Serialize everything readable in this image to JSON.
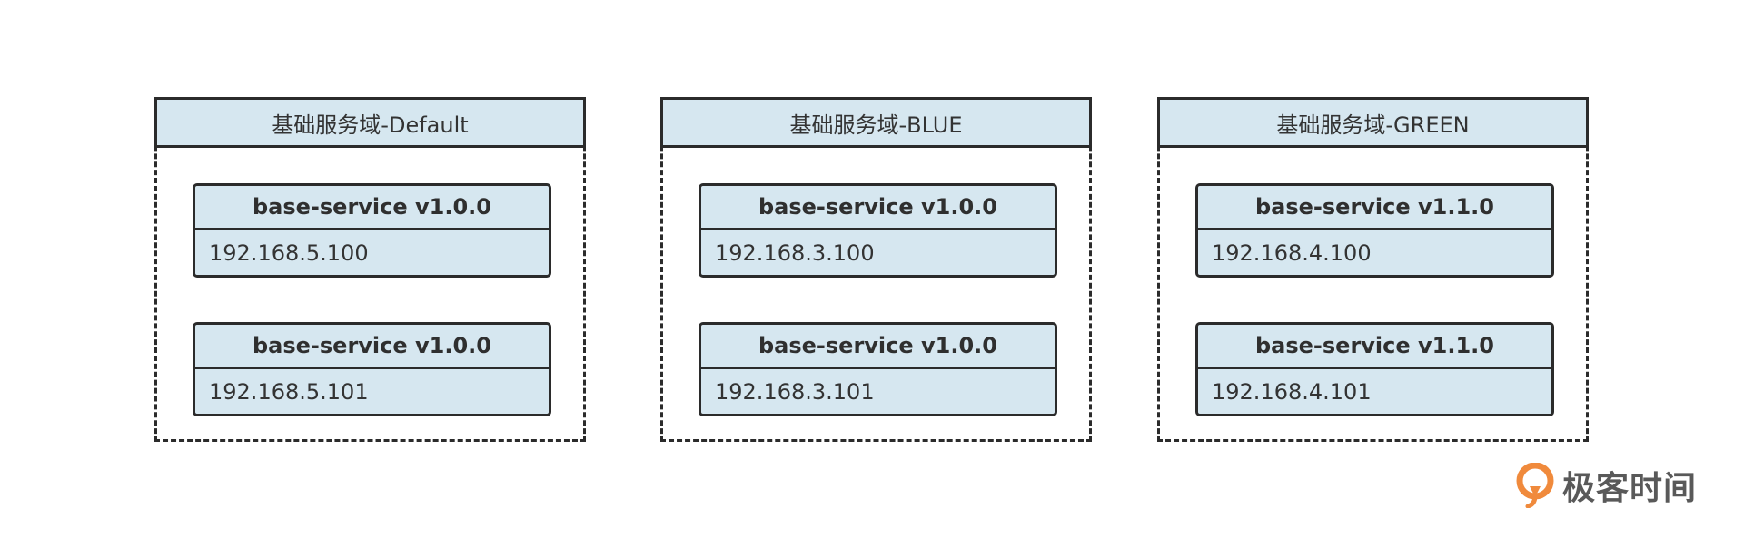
{
  "domains": [
    {
      "title": "基础服务域-Default",
      "services": [
        {
          "name": "base-service v1.0.0",
          "ip": "192.168.5.100"
        },
        {
          "name": "base-service v1.0.0",
          "ip": "192.168.5.101"
        }
      ]
    },
    {
      "title": "基础服务域-BLUE",
      "services": [
        {
          "name": "base-service v1.0.0",
          "ip": "192.168.3.100"
        },
        {
          "name": "base-service v1.0.0",
          "ip": "192.168.3.101"
        }
      ]
    },
    {
      "title": "基础服务域-GREEN",
      "services": [
        {
          "name": "base-service v1.1.0",
          "ip": "192.168.4.100"
        },
        {
          "name": "base-service v1.1.0",
          "ip": "192.168.4.101"
        }
      ]
    }
  ],
  "watermark": {
    "text": "极客时间",
    "icon": "geektime-logo-icon",
    "color": "#f08a3c"
  },
  "colors": {
    "box_fill": "#d6e7f0",
    "border": "#2b2b2b"
  }
}
